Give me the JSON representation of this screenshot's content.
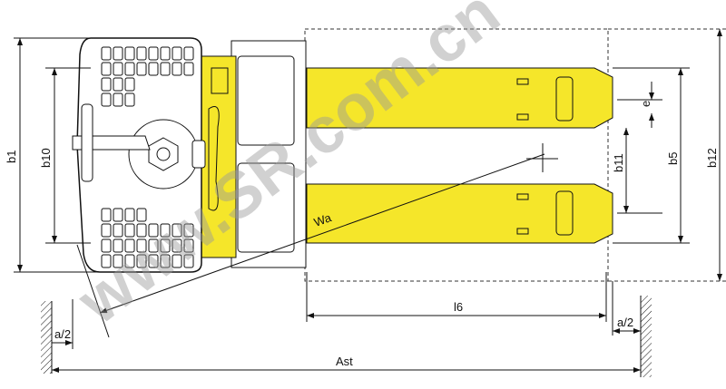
{
  "diagram": {
    "labels": {
      "b1": "b1",
      "b10": "b10",
      "wa": "Wa",
      "l6": "l6",
      "a2_left": "a/2",
      "a2_right": "a/2",
      "ast": "Ast",
      "b11": "b11",
      "b5": "b5",
      "b12": "b12",
      "e": "e"
    },
    "watermark": "www.SR.com.cn",
    "colors": {
      "fork": "#f5e62a",
      "line": "#111111"
    }
  }
}
